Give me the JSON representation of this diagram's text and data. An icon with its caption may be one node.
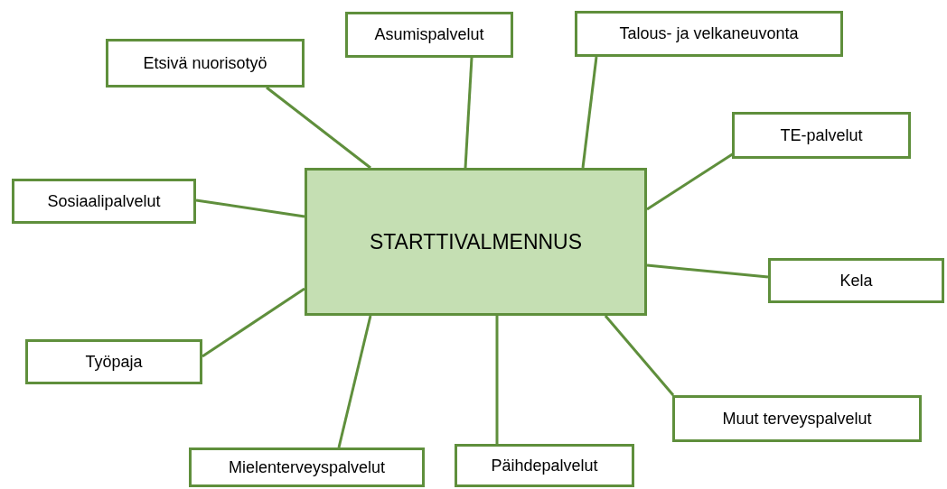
{
  "diagram": {
    "nodes": [
      {
        "text": [
          "STARTTIVALMENNUS"
        ]
      },
      {
        "text": [
          "Asumispalvelut"
        ]
      },
      {
        "text": [
          "Talous- ja velkaneuvonta"
        ]
      },
      {
        "text": [
          "Etsivä nuorisotyö"
        ]
      },
      {
        "text": [
          "TE-palvelut"
        ]
      },
      {
        "text": [
          "Sosiaalipalvelut"
        ]
      },
      {
        "text": [
          "Kela"
        ]
      },
      {
        "text": [
          "Työpaja"
        ]
      },
      {
        "text": [
          "Muut terveyspalvelut"
        ]
      },
      {
        "text": [
          "Päihdepalvelut"
        ]
      },
      {
        "text": [
          "Mielenterveyspalvelut"
        ]
      }
    ],
    "edges": [
      {
        "from": 0,
        "to": 1,
        "arrow": "none"
      },
      {
        "from": 0,
        "to": 2,
        "arrow": "none"
      },
      {
        "from": 0,
        "to": 3,
        "arrow": "none"
      },
      {
        "from": 0,
        "to": 4,
        "arrow": "none"
      },
      {
        "from": 0,
        "to": 5,
        "arrow": "none"
      },
      {
        "from": 0,
        "to": 6,
        "arrow": "none"
      },
      {
        "from": 0,
        "to": 7,
        "arrow": "none"
      },
      {
        "from": 0,
        "to": 8,
        "arrow": "none"
      },
      {
        "from": 0,
        "to": 9,
        "arrow": "none"
      },
      {
        "from": 0,
        "to": 10,
        "arrow": "none"
      }
    ]
  }
}
